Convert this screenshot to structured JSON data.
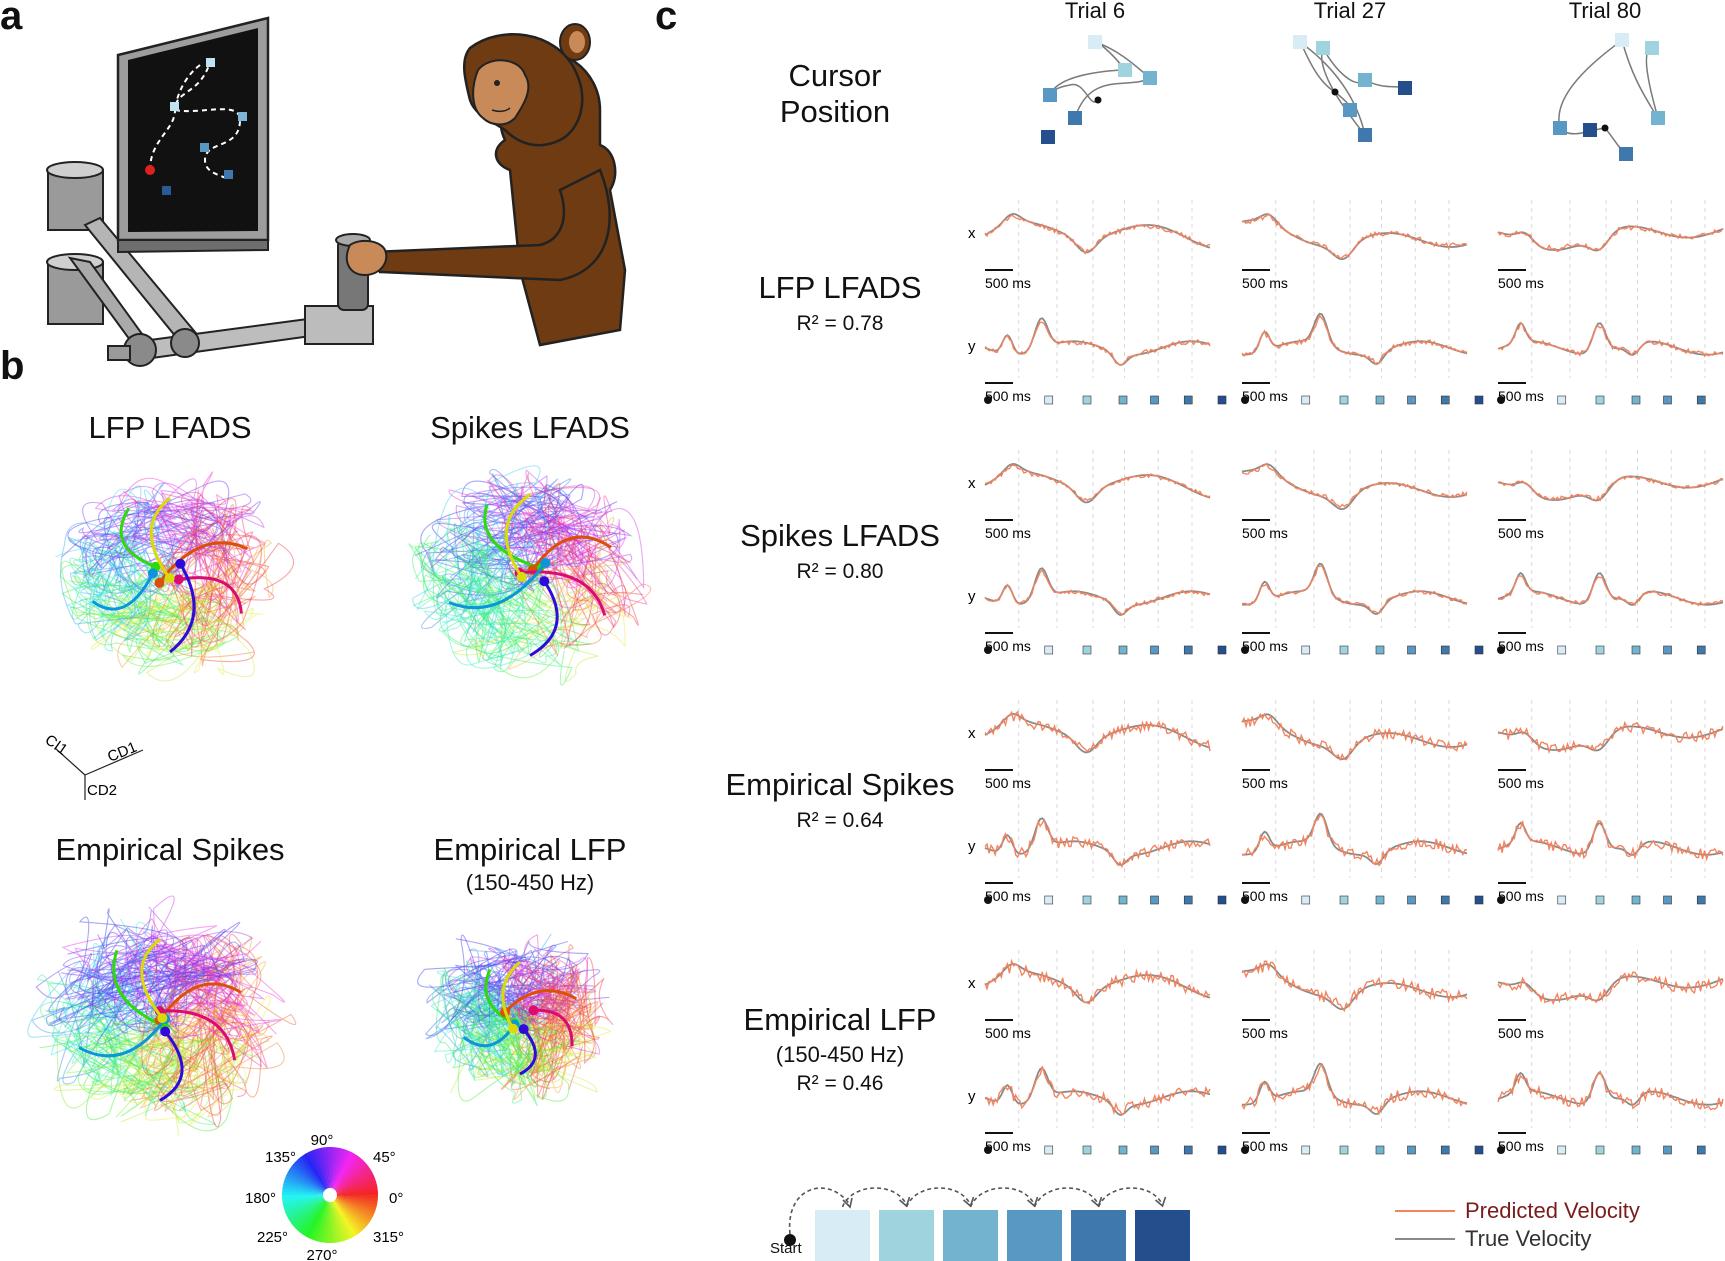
{
  "panels": {
    "a": "a",
    "b": "b",
    "c": "c"
  },
  "panel_b": {
    "titles": [
      "LFP LFADS",
      "Spikes LFADS",
      "Empirical Spikes",
      "Empirical LFP"
    ],
    "empirical_lfp_sub": "(150-450 Hz)",
    "axes_labels": [
      "CI1",
      "CD1",
      "CD2"
    ],
    "color_wheel_labels": [
      "90°",
      "45°",
      "0°",
      "315°",
      "270°",
      "225°",
      "180°",
      "135°"
    ]
  },
  "panel_c": {
    "trials": [
      "Trial 6",
      "Trial 27",
      "Trial 80"
    ],
    "cursor_label": [
      "Cursor",
      "Position"
    ],
    "rows": [
      {
        "title": "LFP LFADS",
        "sub": "",
        "r2": "R² = 0.78"
      },
      {
        "title": "Spikes LFADS",
        "sub": "",
        "r2": "R² = 0.80"
      },
      {
        "title": "Empirical Spikes",
        "sub": "",
        "r2": "R² = 0.64"
      },
      {
        "title": "Empirical LFP",
        "sub": "(150-450 Hz)",
        "r2": "R² = 0.46"
      }
    ],
    "axis_x": "x",
    "axis_y": "y",
    "scalebar": "500 ms",
    "start_label": "Start",
    "legend": {
      "predicted": "Predicted Velocity",
      "true": "True Velocity"
    }
  },
  "colors": {
    "predicted": "#f4845f",
    "true": "#8a8a8a",
    "target_shades": [
      "#d8ecf5",
      "#9fd3dd",
      "#74b3cf",
      "#5a98c4",
      "#3f78ad",
      "#244f8c"
    ],
    "legend_text": "#7a1c1c"
  }
}
